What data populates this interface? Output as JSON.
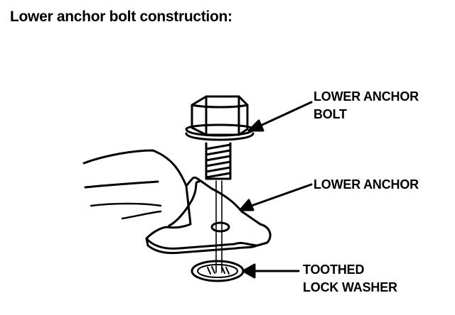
{
  "title": "Lower anchor bolt construction:",
  "labels": {
    "bolt": [
      "LOWER ANCHOR",
      "BOLT"
    ],
    "anchor": [
      "LOWER ANCHOR"
    ],
    "washer": [
      "TOOTHED",
      "LOCK WASHER"
    ]
  }
}
